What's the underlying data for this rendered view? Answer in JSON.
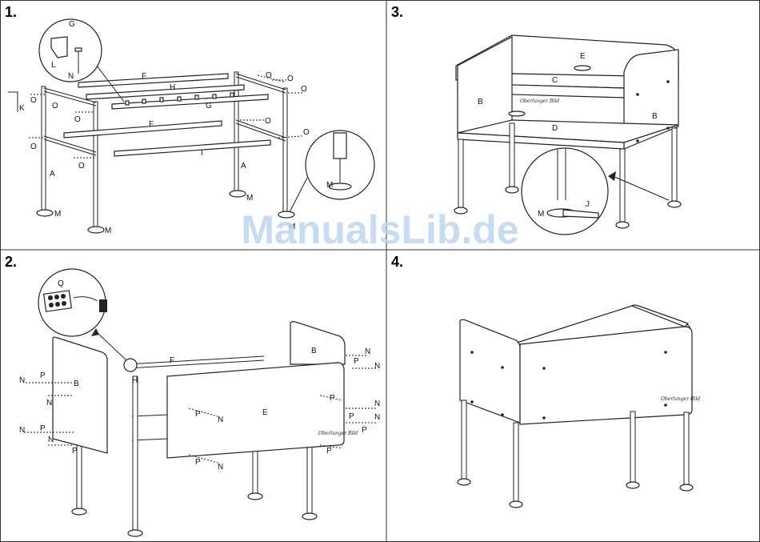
{
  "steps": [
    {
      "number": "1."
    },
    {
      "number": "2."
    },
    {
      "number": "3."
    },
    {
      "number": "4."
    }
  ],
  "parts": {
    "A": "A",
    "B": "B",
    "C": "C",
    "D": "D",
    "E": "E",
    "F": "F",
    "G": "G",
    "H": "H",
    "I": "I",
    "J": "J",
    "K": "K",
    "L": "L",
    "M": "M",
    "N": "N",
    "O": "O",
    "P": "P",
    "Q": "Q"
  },
  "watermark": "ManualsLib.de",
  "brand_mark": "Oberlunger Bild"
}
